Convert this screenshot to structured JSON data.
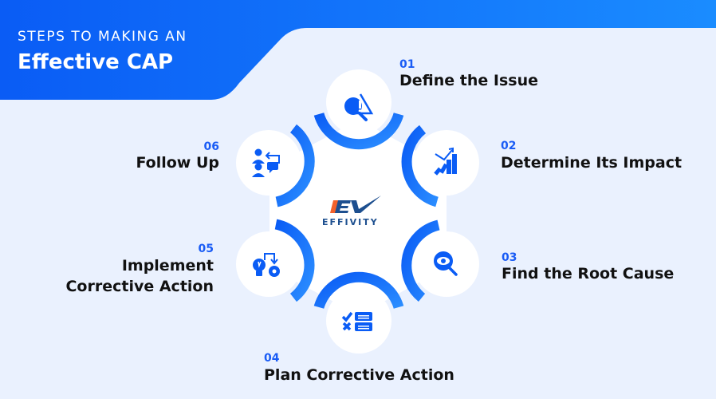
{
  "header": {
    "subtitle": "STEPS TO MAKING AN",
    "title": "Effective CAP"
  },
  "logo": {
    "mark": "EV",
    "text": "EFFIVITY"
  },
  "colors": {
    "primary": "#0a5cf5",
    "primary_light": "#1e8cff",
    "background": "#eaf1fe",
    "text": "#111111",
    "logo_orange": "#f2612b",
    "logo_navy": "#1d4f8f"
  },
  "steps": [
    {
      "number": "01",
      "title": "Define the Issue",
      "icon": "warning-search-icon"
    },
    {
      "number": "02",
      "title": "Determine Its Impact",
      "icon": "rising-chart-icon"
    },
    {
      "number": "03",
      "title": "Find the Root Cause",
      "icon": "eye-magnifier-icon"
    },
    {
      "number": "04",
      "title": "Plan Corrective Action",
      "icon": "checklist-icon"
    },
    {
      "number": "05",
      "title_line1": "Implement",
      "title_line2": "Corrective Action",
      "icon": "idea-gear-icon"
    },
    {
      "number": "06",
      "title": "Follow Up",
      "icon": "people-feedback-icon"
    }
  ]
}
